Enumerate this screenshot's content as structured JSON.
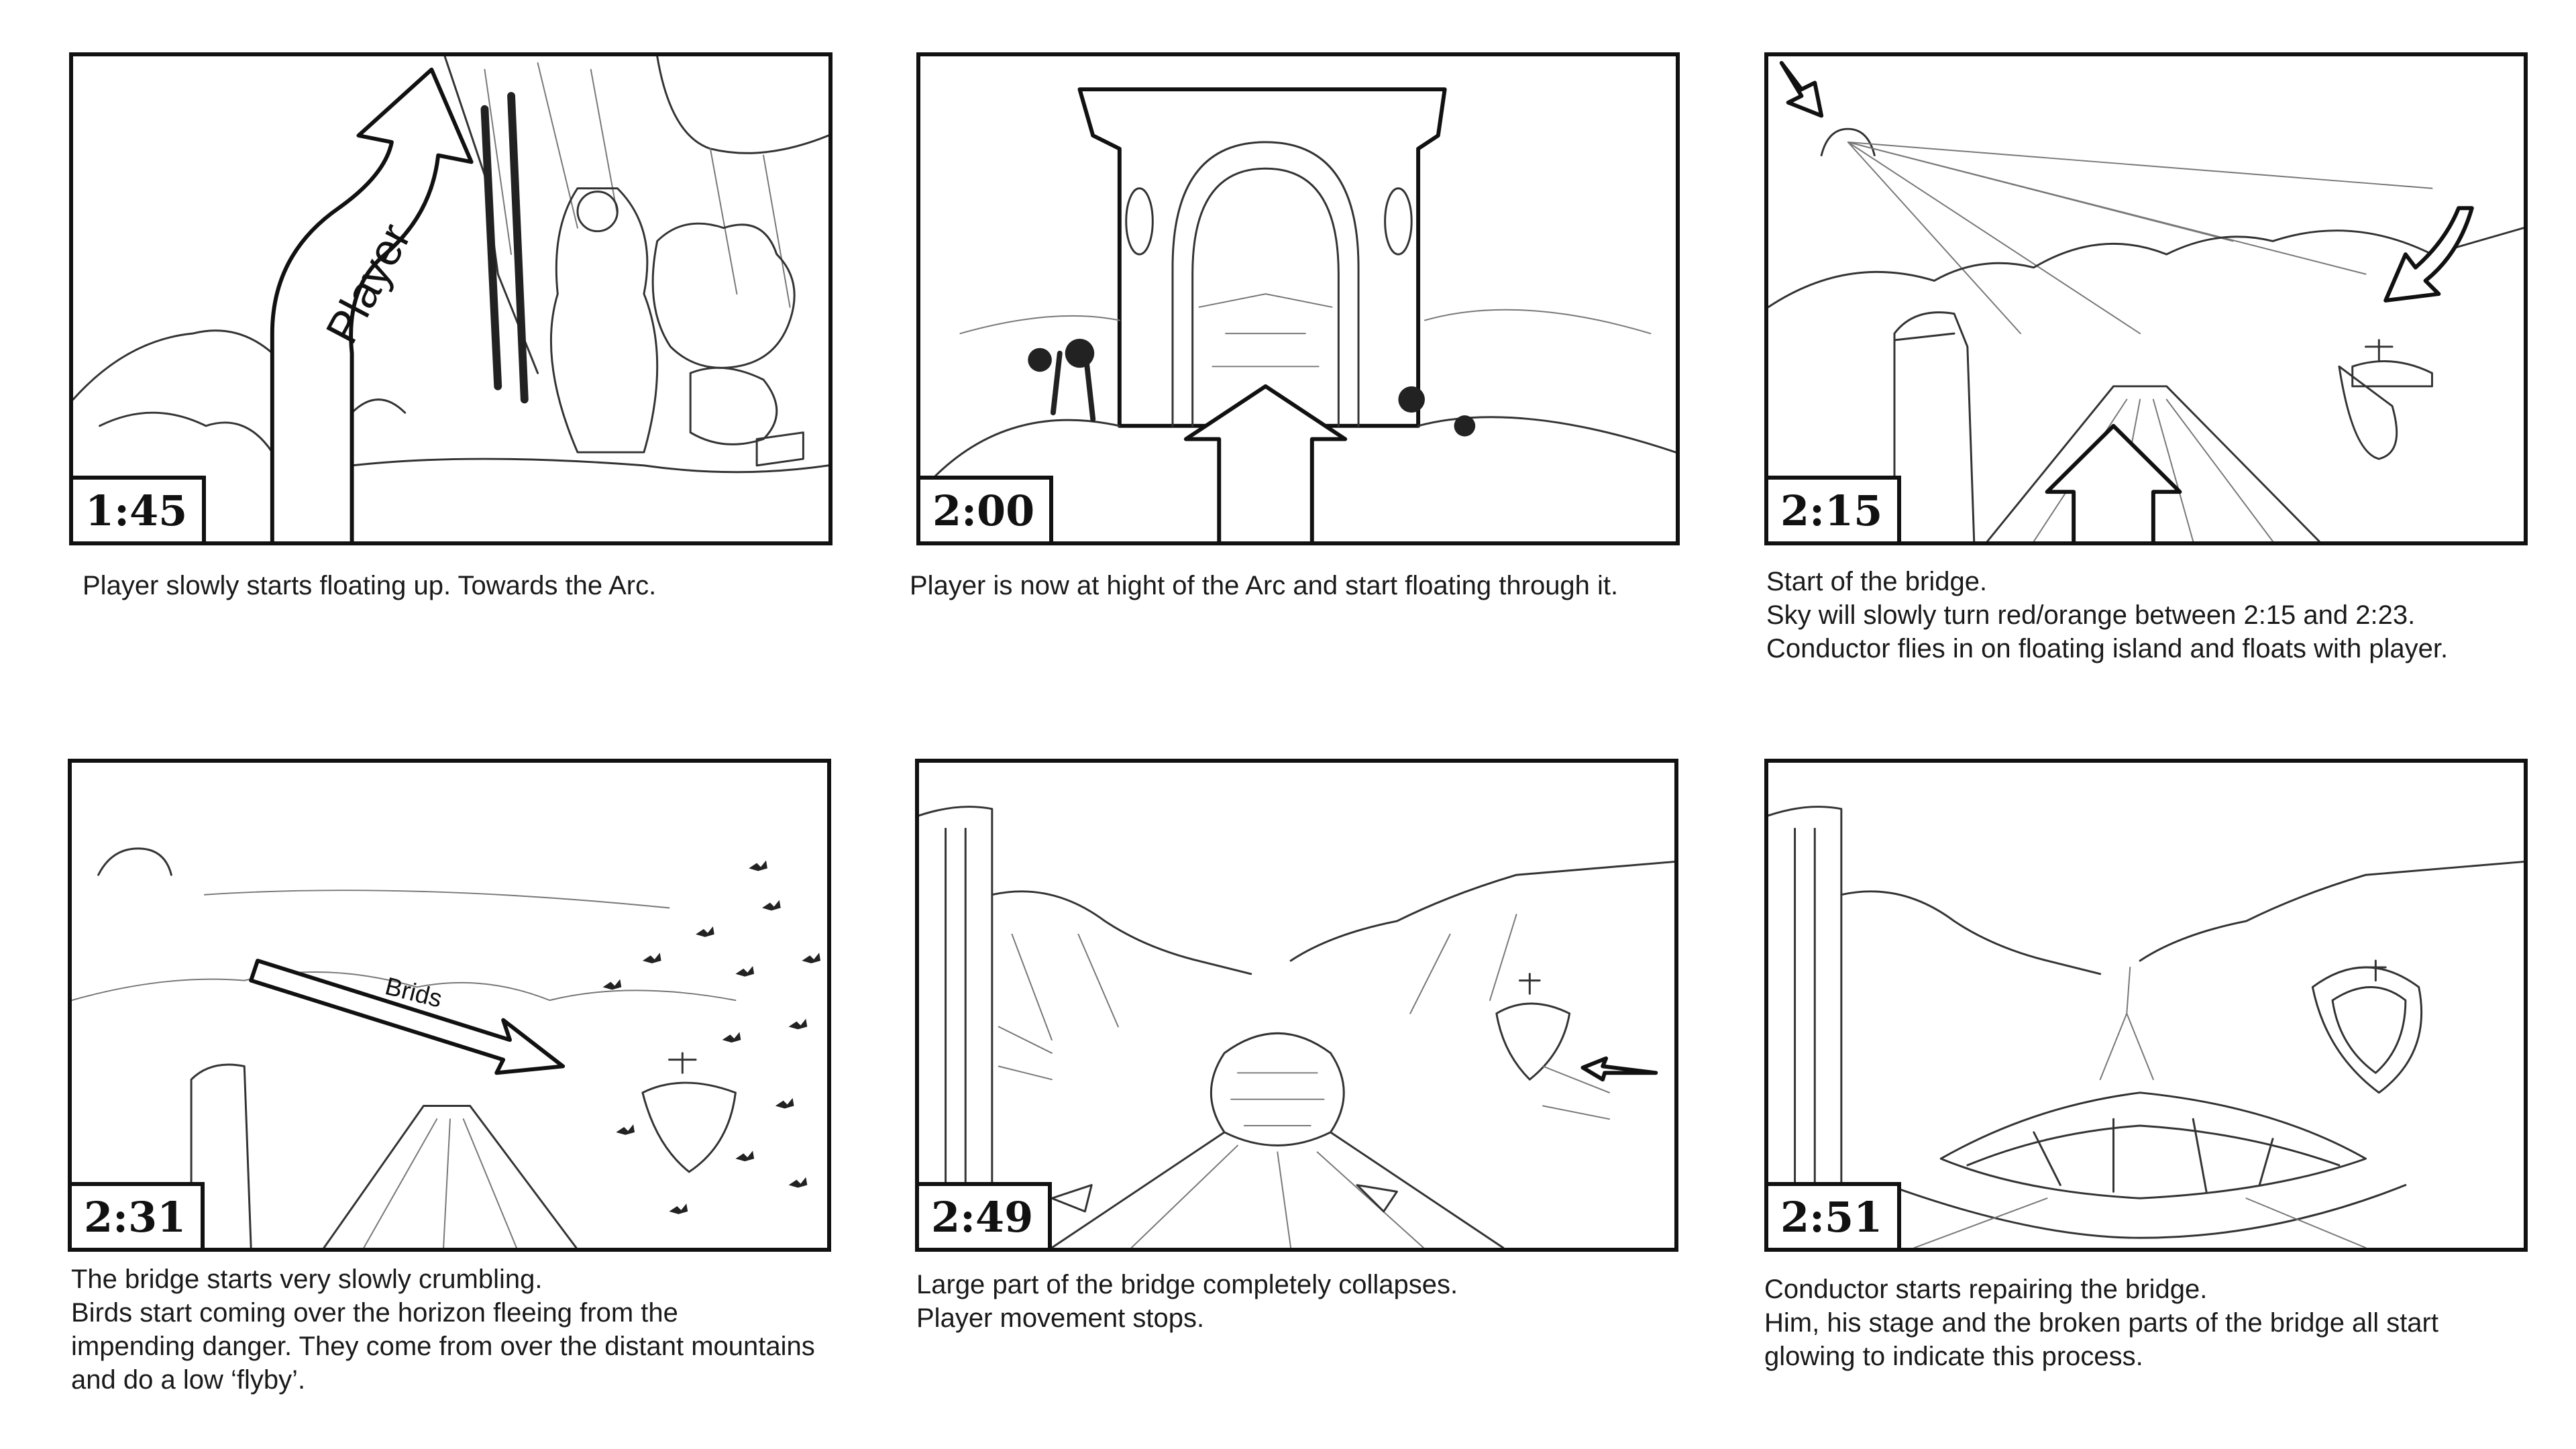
{
  "panels": [
    {
      "timestamp": "1:45",
      "caption": [
        "Player slowly starts floating up. Towards the Arc."
      ],
      "arrow_label": "Player"
    },
    {
      "timestamp": "2:00",
      "caption": [
        "Player is now at hight of the Arc and start floating through it."
      ]
    },
    {
      "timestamp": "2:15",
      "caption": [
        "Start of the bridge.",
        "Sky will slowly turn red/orange between 2:15 and 2:23.",
        "Conductor flies in on floating island and floats with player."
      ]
    },
    {
      "timestamp": "2:31",
      "caption": [
        "The bridge starts very slowly crumbling.",
        "Birds start coming over the horizon fleeing from the",
        "impending danger. They come from over the distant mountains",
        "and do a low ‘flyby’."
      ],
      "arrow_label": "Brids"
    },
    {
      "timestamp": "2:49",
      "caption": [
        "Large part of the bridge completely collapses.",
        "Player movement stops."
      ]
    },
    {
      "timestamp": "2:51",
      "caption": [
        "Conductor starts repairing the bridge.",
        "Him, his stage and the broken parts of the bridge all start",
        "glowing to indicate this process."
      ]
    }
  ]
}
